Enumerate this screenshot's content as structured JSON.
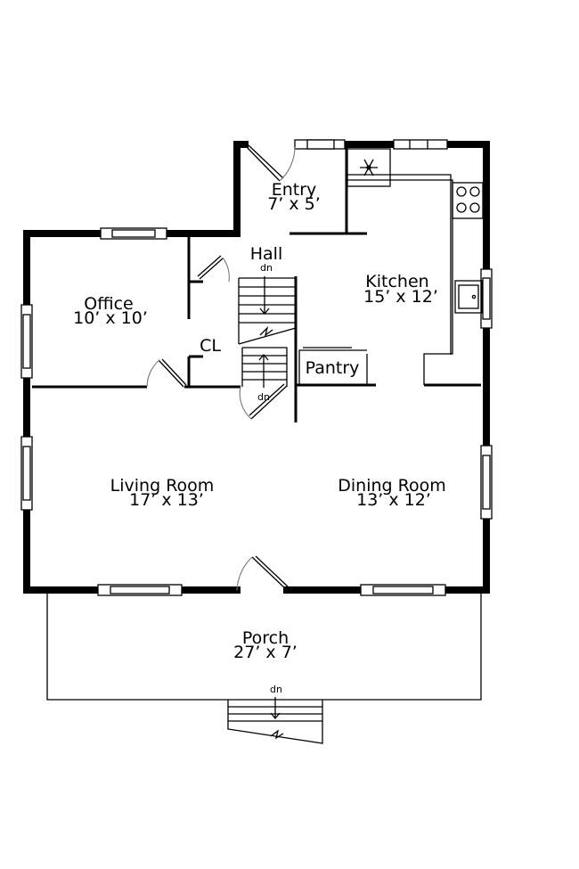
{
  "rooms": {
    "entry": {
      "name": "Entry",
      "dims": "7’ x 5’"
    },
    "hall": {
      "name": "Hall",
      "note": "dn"
    },
    "kitchen": {
      "name": "Kitchen",
      "dims": "15’ x 12’"
    },
    "office": {
      "name": "Office",
      "dims": "10’ x 10’"
    },
    "closet": {
      "name": "CL"
    },
    "pantry": {
      "name": "Pantry"
    },
    "living": {
      "name": "Living Room",
      "dims": "17’ x 13’"
    },
    "dining": {
      "name": "Dining Room",
      "dims": "13’ x 12’"
    },
    "porch": {
      "name": "Porch",
      "dims": "27’ x 7’"
    }
  },
  "stairs": {
    "inner_down": "dn",
    "porch_down": "dn"
  },
  "icons": [
    "snowflake-icon",
    "stove-icon",
    "sink-icon"
  ]
}
